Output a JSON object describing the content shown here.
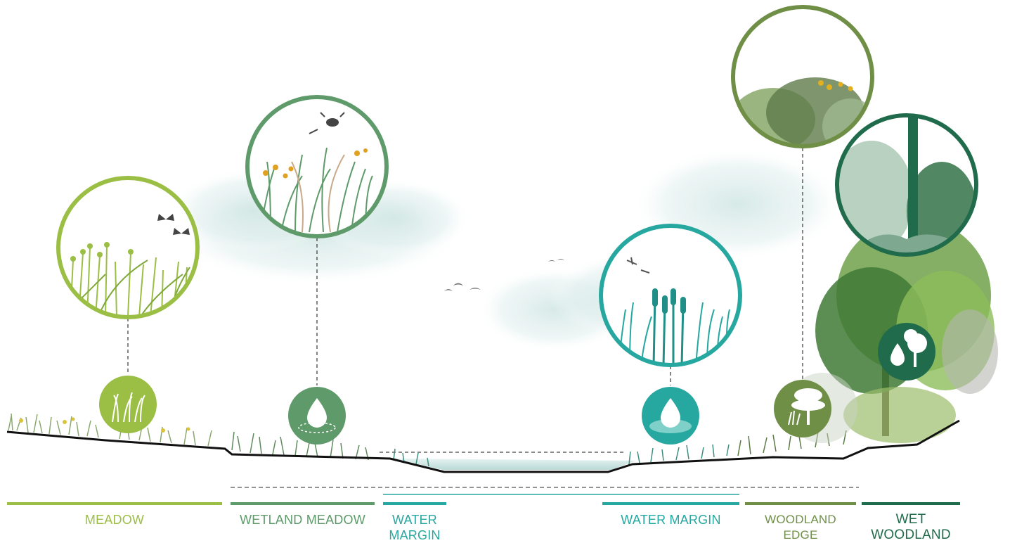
{
  "zones": [
    {
      "key": "meadow",
      "label": "MEADOW",
      "label2": "",
      "color": "#9bbf45"
    },
    {
      "key": "wetland-meadow",
      "label": "WETLAND MEADOW",
      "label2": "",
      "color": "#5e9a6a"
    },
    {
      "key": "water-margin-left",
      "label": "WATER",
      "label2": "MARGIN",
      "color": "#26a7a0"
    },
    {
      "key": "water-margin-right",
      "label": "WATER MARGIN",
      "label2": "",
      "color": "#26a7a0"
    },
    {
      "key": "woodland-edge",
      "label": "WOODLAND",
      "label2": "EDGE",
      "color": "#6f8f47"
    },
    {
      "key": "wet-woodland",
      "label": "WET",
      "label2": "WOODLAND",
      "color": "#1f6b4b"
    }
  ],
  "icons": {
    "meadow": "grass-icon",
    "wetland_meadow": "water-drop-icon",
    "water_margin": "water-drop-icon",
    "woodland_edge": "tree-icon",
    "wet_woodland": "tree-drop-icon"
  }
}
